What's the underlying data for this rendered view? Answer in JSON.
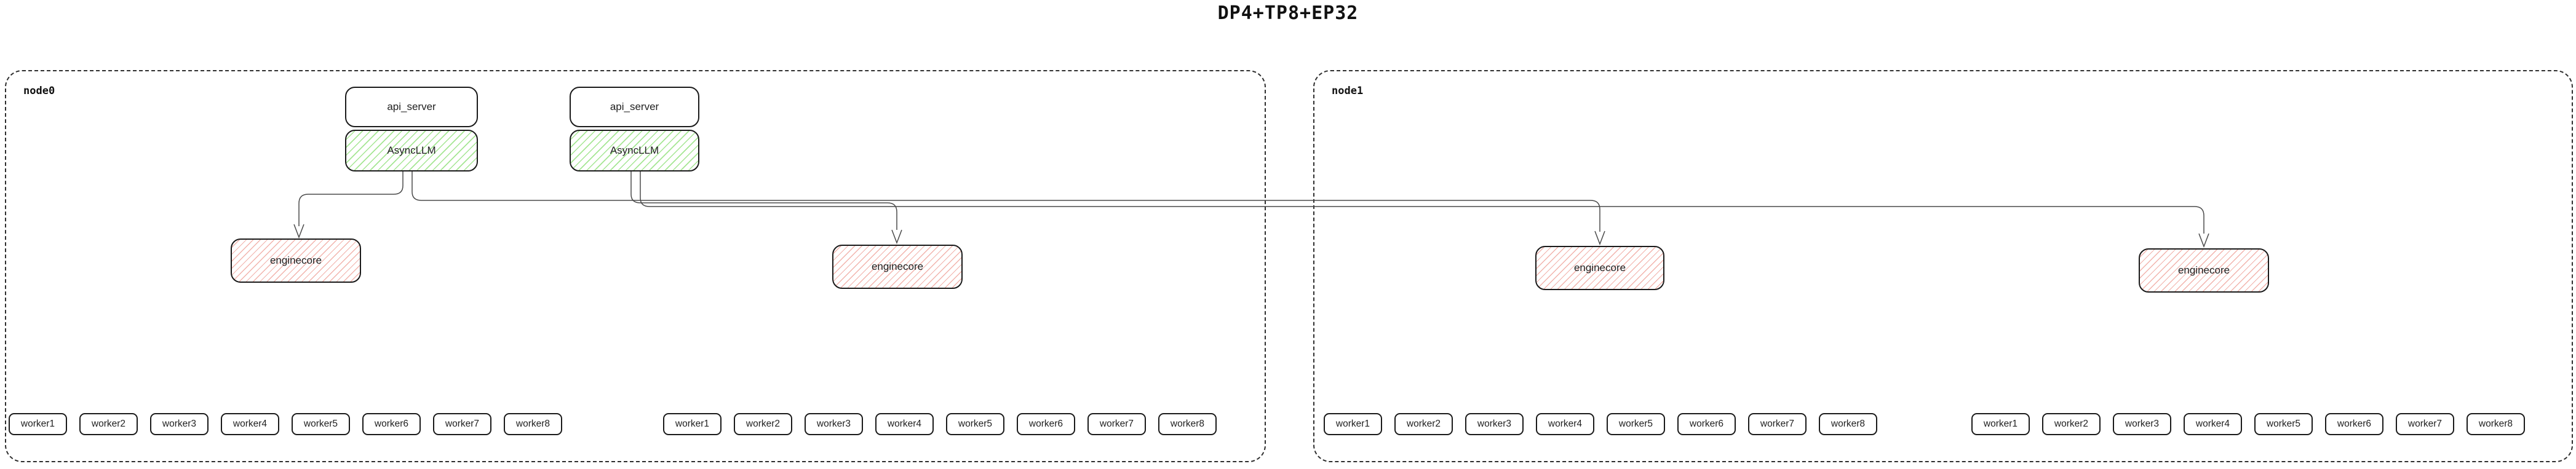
{
  "title": "DP4+TP8+EP32",
  "colors": {
    "box_border": "#1a1a1a",
    "asyncllm_hatch": "#a5e693",
    "enginecore_hatch": "#f2b3ac",
    "edge_line": "#4a4a4a",
    "node_dashed_border": "#2e2e2e",
    "background": "#ffffff"
  },
  "nodes": [
    {
      "label": "node0",
      "api_servers": [
        {
          "label": "api_server"
        },
        {
          "label": "api_server"
        }
      ],
      "asyncllms": [
        {
          "label": "AsyncLLM"
        },
        {
          "label": "AsyncLLM"
        }
      ],
      "enginecores": [
        {
          "label": "enginecore"
        },
        {
          "label": "enginecore"
        }
      ],
      "worker_groups": [
        {
          "workers": [
            "worker1",
            "worker2",
            "worker3",
            "worker4",
            "worker5",
            "worker6",
            "worker7",
            "worker8"
          ]
        },
        {
          "workers": [
            "worker1",
            "worker2",
            "worker3",
            "worker4",
            "worker5",
            "worker6",
            "worker7",
            "worker8"
          ]
        }
      ]
    },
    {
      "label": "node1",
      "enginecores": [
        {
          "label": "enginecore"
        },
        {
          "label": "enginecore"
        }
      ],
      "worker_groups": [
        {
          "workers": [
            "worker1",
            "worker2",
            "worker3",
            "worker4",
            "worker5",
            "worker6",
            "worker7",
            "worker8"
          ]
        },
        {
          "workers": [
            "worker1",
            "worker2",
            "worker3",
            "worker4",
            "worker5",
            "worker6",
            "worker7",
            "worker8"
          ]
        }
      ]
    }
  ],
  "edges": [
    {
      "from": "AsyncLLM (node0 #1)",
      "to": "enginecore (node0 #1)"
    },
    {
      "from": "AsyncLLM (node0 #1)",
      "to": "enginecore (node1 #1)"
    },
    {
      "from": "AsyncLLM (node0 #2)",
      "to": "enginecore (node0 #2)"
    },
    {
      "from": "AsyncLLM (node0 #2)",
      "to": "enginecore (node1 #2)"
    }
  ]
}
